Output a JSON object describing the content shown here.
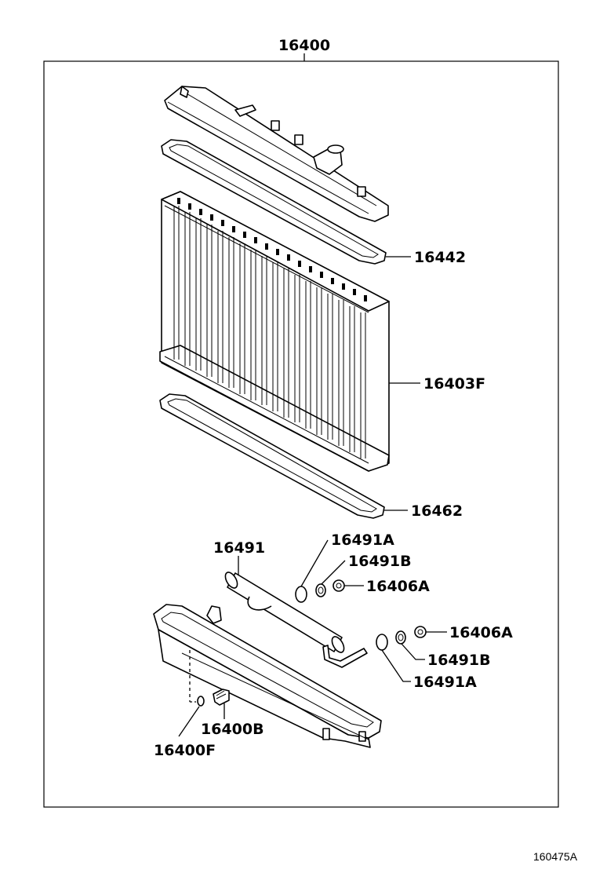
{
  "labels": {
    "assembly": "16400",
    "upper_gasket": "16442",
    "core": "16403F",
    "lower_gasket": "16462",
    "oil_cooler": "16491",
    "oring_a_upper": "16491A",
    "washer_b_upper": "16491B",
    "nut_upper": "16406A",
    "nut_lower": "16406A",
    "washer_b_lower": "16491B",
    "oring_a_lower": "16491A",
    "drain_plug": "16400B",
    "drain_oring": "16400F"
  },
  "diagram_code": "160475A"
}
